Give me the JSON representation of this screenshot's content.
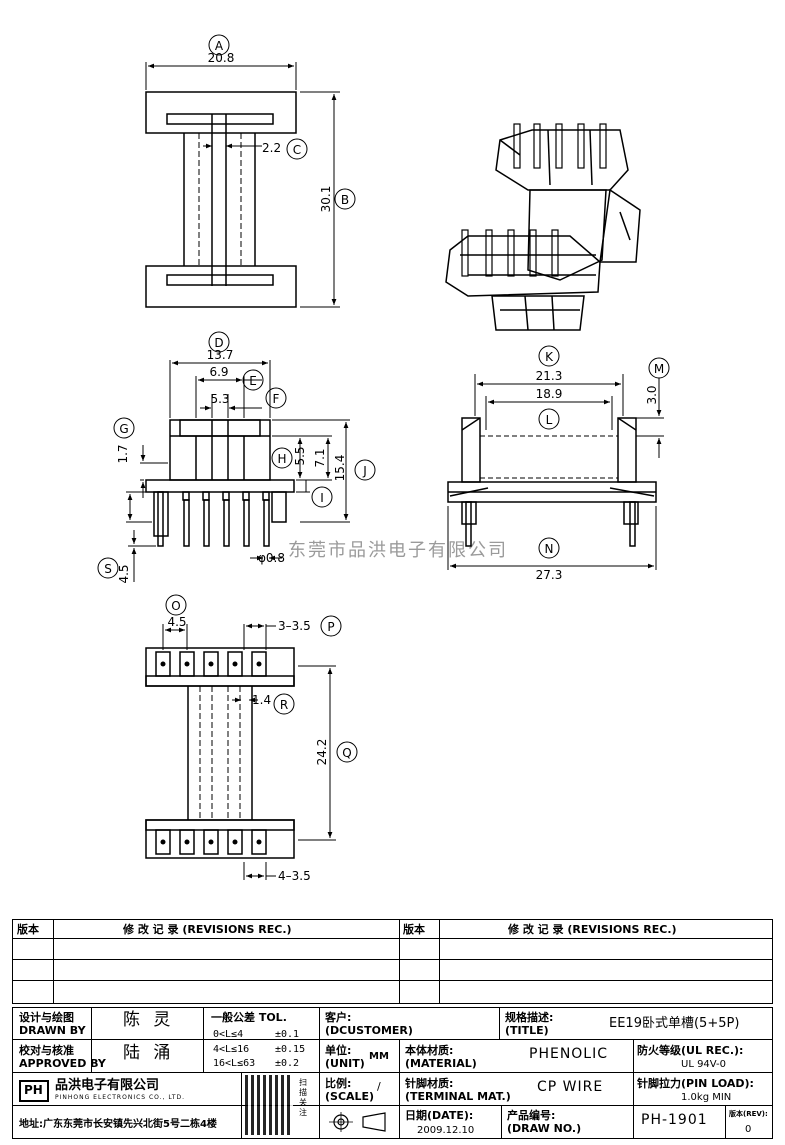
{
  "dimensions": {
    "A": "A",
    "B": "B",
    "C": "C",
    "D": "D",
    "E": "E",
    "F": "F",
    "G": "G",
    "H": "H",
    "I": "I",
    "J": "J",
    "K": "K",
    "L": "L",
    "M": "M",
    "N": "N",
    "O": "O",
    "P": "P",
    "Q": "Q",
    "R": "R",
    "S": "S",
    "top_width": "20.8",
    "top_height": "30.1",
    "top_slot": "2.2",
    "front_width": "13.7",
    "front_inner": "6.9",
    "front_core": "5.3",
    "front_g": "1.7",
    "front_h": "5.5",
    "front_i": "7.1",
    "front_j": "15.4",
    "pin_dia": "φ0.8",
    "pin_len": "4.5",
    "side_width": "21.3",
    "side_inner": "18.9",
    "side_height": "3.0",
    "side_base": "27.3",
    "bottom_pitch": "4.5",
    "bottom_p": "3–3.5",
    "bottom_r": "1.4",
    "bottom_q": "24.2",
    "bottom_s": "4–3.5"
  },
  "watermark": "东莞市品洪电子有限公司",
  "revisions": {
    "left_version": "版本",
    "left_header": "修 改 记 录 (REVISIONS REC.)",
    "right_version": "版本",
    "right_header": "修 改 记 录 (REVISIONS REC.)"
  },
  "title_block": {
    "designer_label_cn": "设计与绘图",
    "designer_label_en": "DRAWN BY",
    "designer": "陈 灵",
    "approver_label_cn": "校对与核准",
    "approver_label_en": "APPROVED BY",
    "approver": "陆 涌",
    "tolerance_label": "一般公差 TOL.",
    "tol_row1_range": "0<L≤4",
    "tol_row1_val": "±0.1",
    "tol_row2_range": "4<L≤16",
    "tol_row2_val": "±0.15",
    "tol_row3_range": "16<L≤63",
    "tol_row3_val": "±0.2",
    "customer_label_cn": "客户:",
    "customer_label_en": "(DCUSTOMER)",
    "title_label_cn": "规格描述:",
    "title_label_en": "(TITLE)",
    "title_value": "EE19卧式单槽(5+5P)",
    "unit_label_cn": "单位:",
    "unit_label_en": "(UNIT)",
    "unit_value": "MM",
    "material_label_cn": "本体材质:",
    "material_label_en": "(MATERIAL)",
    "material_value": "PHENOLIC",
    "ul_label": "防火等级(UL REC.):",
    "ul_value": "UL 94V-0",
    "company_logo": "PH",
    "company_cn": "品洪电子有限公司",
    "company_en": "PINHONG ELECTRONICS CO., LTD.",
    "scale_label_cn": "比例:",
    "scale_label_en": "(SCALE)",
    "scale_value": "/",
    "terminal_label_cn": "针脚材质:",
    "terminal_label_en": "(TERMINAL MAT.)",
    "terminal_value": "CP WIRE",
    "pinload_label": "针脚拉力(PIN LOAD):",
    "pinload_value": "1.0kg MIN",
    "date_label_cn": "日期(DATE):",
    "date_value": "2009.12.10",
    "drawno_label_cn": "产品编号:",
    "drawno_label_en": "(DRAW NO.)",
    "drawno_value": "PH-1901",
    "rev_label": "版本(REV):",
    "rev_value": "0",
    "qr_caption": "扫描关注",
    "address": "地址:广东东莞市长安镇先兴北街5号二栋4楼"
  }
}
